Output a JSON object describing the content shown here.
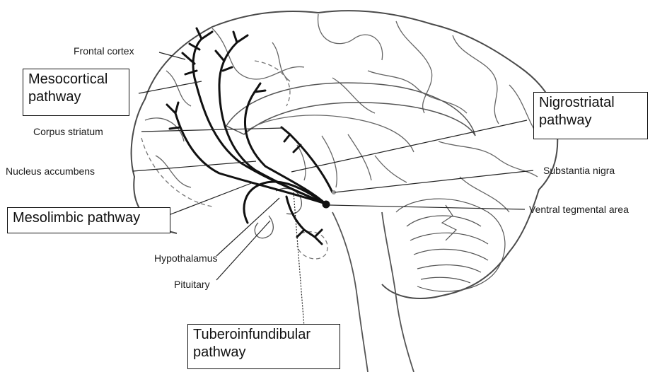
{
  "labels": {
    "frontal_cortex": "Frontal cortex",
    "corpus_striatum": "Corpus striatum",
    "nucleus_accumbens": "Nucleus accumbens",
    "substantia_nigra": "Substantia nigra",
    "ventral_tegmental_area": "Ventral tegmental area",
    "hypothalamus": "Hypothalamus",
    "pituitary": "Pituitary"
  },
  "pathways": {
    "mesocortical": [
      "Mesocortical",
      "pathway"
    ],
    "nigrostriatal": [
      "Nigrostriatal",
      "pathway"
    ],
    "mesolimbic": [
      "Mesolimbic pathway"
    ],
    "tuberoinfundibular": [
      "Tuberoinfundibular",
      "pathway"
    ]
  },
  "colors": {
    "outline": "#4a4a4a",
    "pathway": "#111111",
    "leader": "#222222",
    "background": "#ffffff"
  }
}
